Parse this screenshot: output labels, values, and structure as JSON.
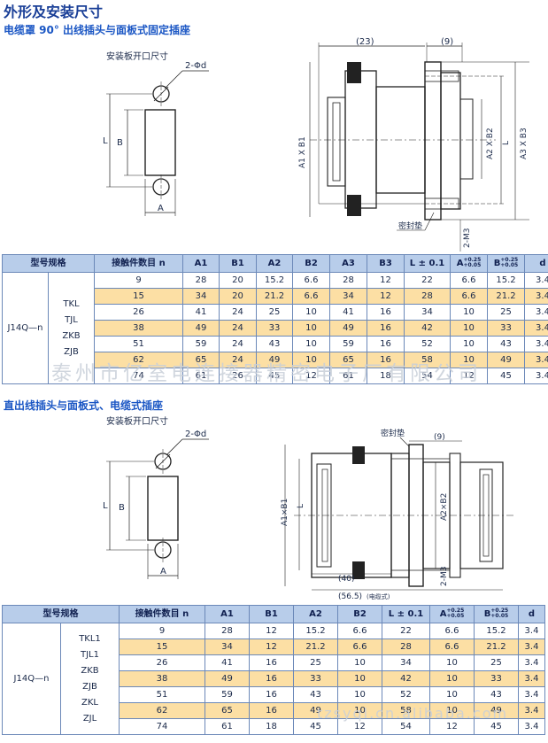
{
  "title": "外形及安装尺寸",
  "section1": {
    "subtitle": "电缆罩 90° 出线插头与面板式固定插座",
    "cutout": {
      "label": "安装板开口尺寸",
      "hole": "2-Φd",
      "L": "L",
      "B": "B",
      "A": "A"
    },
    "drawing": {
      "d23": "(23)",
      "d9": "(9)",
      "A1B1": "A1 X B1",
      "A2B2": "A2 X B2",
      "L": "L",
      "A3B3": "A3 X B3",
      "seal": "密封垫",
      "M3": "2-M3"
    }
  },
  "section2": {
    "subtitle": "直出线插头与面板式、电缆式插座",
    "cutout": {
      "label": "安装板开口尺寸",
      "hole": "2-Φd",
      "L": "L",
      "B": "B",
      "A": "A"
    },
    "drawing": {
      "seal": "密封垫",
      "d9": "(9)",
      "A1B1": "A1×B1",
      "L": "L",
      "A2B2": "A2×B2",
      "d40": "(40)",
      "M3": "2-M3",
      "d565": "(56.5)",
      "cable": "(电缆式)"
    }
  },
  "table1": {
    "headers": [
      "型号规格",
      "接触件数目 n",
      "A1",
      "B1",
      "A2",
      "B2",
      "A3",
      "B3",
      "L ± 0.1"
    ],
    "tol_A": {
      "name": "A",
      "plus": "+0.25",
      "minus": "+0.05"
    },
    "tol_B": {
      "name": "B",
      "plus": "+0.25",
      "minus": "+0.05"
    },
    "header_d": "d",
    "model": "J14Q—n",
    "series": [
      "TKL",
      "TJL",
      "ZKB",
      "ZJB"
    ],
    "rows": [
      [
        "9",
        "28",
        "20",
        "15.2",
        "6.6",
        "28",
        "12",
        "22",
        "6.6",
        "15.2",
        "3.4"
      ],
      [
        "15",
        "34",
        "20",
        "21.2",
        "6.6",
        "34",
        "12",
        "28",
        "6.6",
        "21.2",
        "3.4"
      ],
      [
        "26",
        "41",
        "24",
        "25",
        "10",
        "41",
        "16",
        "34",
        "10",
        "25",
        "3.4"
      ],
      [
        "38",
        "49",
        "24",
        "33",
        "10",
        "49",
        "16",
        "42",
        "10",
        "33",
        "3.4"
      ],
      [
        "51",
        "59",
        "24",
        "43",
        "10",
        "59",
        "16",
        "52",
        "10",
        "43",
        "3.4"
      ],
      [
        "62",
        "65",
        "24",
        "49",
        "10",
        "65",
        "16",
        "58",
        "10",
        "49",
        "3.4"
      ],
      [
        "74",
        "61",
        "26",
        "45",
        "12",
        "61",
        "18",
        "54",
        "12",
        "45",
        "3.4"
      ]
    ]
  },
  "table2": {
    "headers": [
      "型号规格",
      "接触件数目 n",
      "A1",
      "B1",
      "A2",
      "B2",
      "L ± 0.1"
    ],
    "tol_A": {
      "name": "A",
      "plus": "+0.25",
      "minus": "+0.05"
    },
    "tol_B": {
      "name": "B",
      "plus": "+0.25",
      "minus": "+0.05"
    },
    "header_d": "d",
    "model": "J14Q—n",
    "series": [
      "TKL1",
      "TJL1",
      "ZKB",
      "ZJB",
      "ZKL",
      "ZJL"
    ],
    "rows": [
      [
        "9",
        "28",
        "12",
        "15.2",
        "6.6",
        "22",
        "6.6",
        "15.2",
        "3.4"
      ],
      [
        "15",
        "34",
        "12",
        "21.2",
        "6.6",
        "28",
        "6.6",
        "21.2",
        "3.4"
      ],
      [
        "26",
        "41",
        "16",
        "25",
        "10",
        "34",
        "10",
        "25",
        "3.4"
      ],
      [
        "38",
        "49",
        "16",
        "33",
        "10",
        "42",
        "10",
        "33",
        "3.4"
      ],
      [
        "51",
        "59",
        "16",
        "43",
        "10",
        "52",
        "10",
        "43",
        "3.4"
      ],
      [
        "62",
        "65",
        "16",
        "49",
        "10",
        "58",
        "10",
        "49",
        "3.4"
      ],
      [
        "74",
        "61",
        "18",
        "45",
        "12",
        "54",
        "12",
        "45",
        "3.4"
      ]
    ]
  },
  "watermarks": [
    "泰州市亿室电连接器精密电子厂有限公司",
    "tzsyql.cn.alibaba.com"
  ]
}
